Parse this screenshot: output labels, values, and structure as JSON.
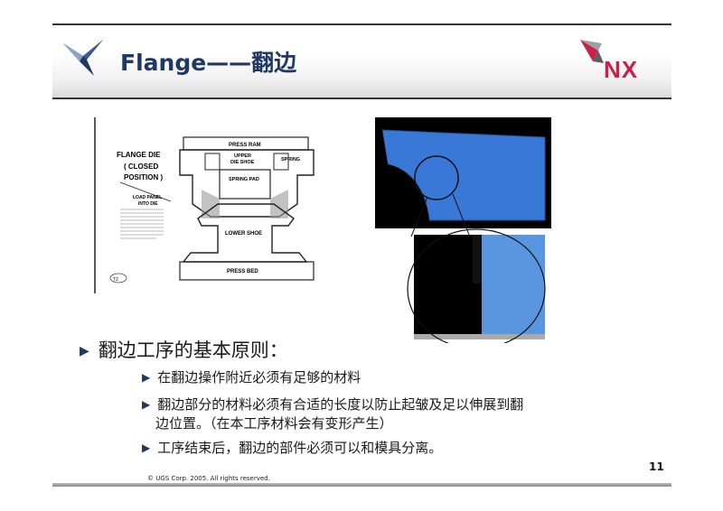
{
  "slide": {
    "title": "Flange——翻边",
    "page_number": "11",
    "footer": "© UGS Corp. 2005. All rights reserved."
  },
  "brand": {
    "logo_text": "NX",
    "accent": "#cc1f4a",
    "navy": "#1f3864"
  },
  "diagram_labels": {
    "flange_die": "FLANGE DIE",
    "closed": "( CLOSED",
    "position": "POSITION )",
    "press_ram": "PRESS RAM",
    "upper": "UPPER",
    "die_shoe": "DIE SHOE",
    "spring": "SPRING",
    "spring_pad": "SPRING PAD",
    "load_panel": "LOAD PANEL",
    "into_die": "INTO DIE",
    "lower_shoe": "LOWER SHOE",
    "press_bed": "PRESS BED",
    "mark": "T2"
  },
  "content": {
    "main_bullet": "翻边工序的基本原则：",
    "sub_bullets": [
      {
        "line1": "在翻边操作附近必须有足够的材料"
      },
      {
        "line1": "翻边部分的材料必须有合适的长度以防止起皱及足以伸展到翻",
        "line2": "边位置。（在本工序材料会有变形产生）"
      },
      {
        "line1": "工序结束后，翻边的部件必须可以和模具分离。"
      }
    ]
  }
}
